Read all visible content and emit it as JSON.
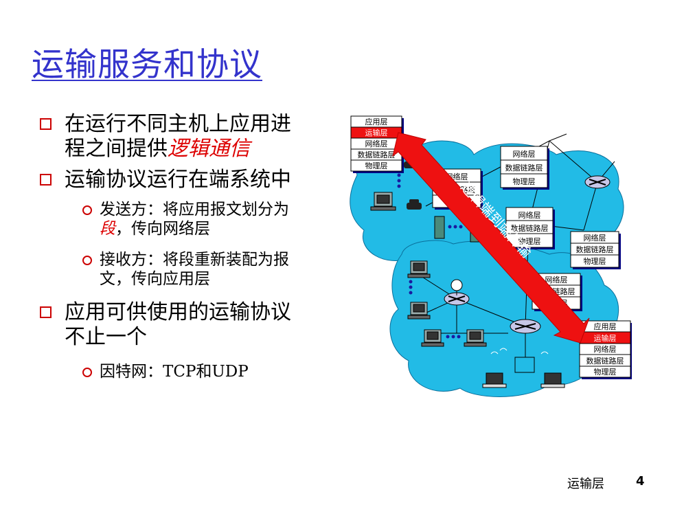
{
  "title": "运输服务和协议",
  "bullets": {
    "b1_line1": "在运行不同主机上应用进",
    "b1_line2_prefix": "程之间提供",
    "b1_line2_emph": "逻辑通信",
    "b2": "运输协议运行在端系统中",
    "b2_sub1_line1": "发送方：将应用报文划分为",
    "b2_sub1_emph": "段",
    "b2_sub1_line2": "，传向网络层",
    "b2_sub2_line1": "接收方：将段重新装配为报",
    "b2_sub2_line2": "文，传向应用层",
    "b3_line1": "应用可供使用的运输协议",
    "b3_line2": "不止一个",
    "b3_sub1": "因特网：TCP和UDP"
  },
  "diagram": {
    "arrow_label": "逻辑端到端传输",
    "layers": {
      "app": "应用层",
      "transport": "运输层",
      "network": "网络层",
      "datalink": "数据链路层",
      "physical": "物理层"
    },
    "colors": {
      "cloud": "#22bbe6",
      "transport_highlight": "#ee1111",
      "arrow": "#ee1111",
      "stack_border": "#000080"
    }
  },
  "footer": {
    "label": "运输层",
    "page": "4"
  }
}
